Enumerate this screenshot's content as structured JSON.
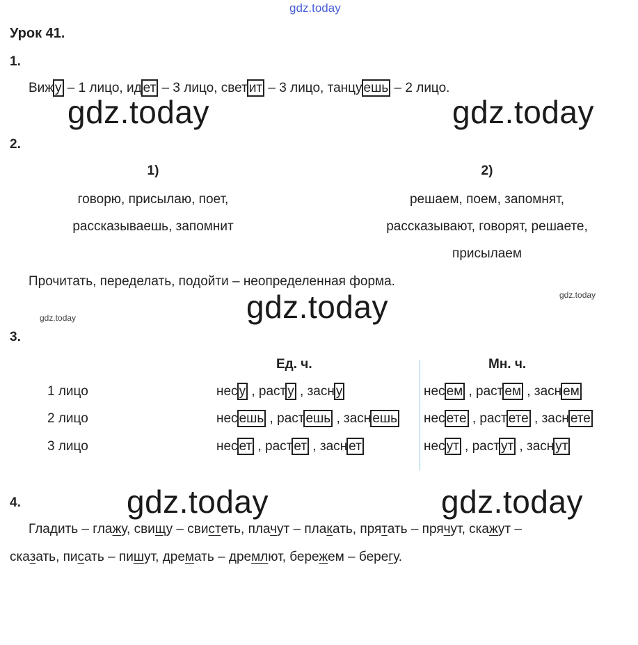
{
  "watermark": "gdz.today",
  "title": "Урок 41.",
  "s1": {
    "num": "1.",
    "parts": [
      [
        "Виж",
        "у",
        " – 1 лицо, "
      ],
      [
        "ид",
        "ет",
        " – 3 лицо, "
      ],
      [
        "свет",
        "ит",
        " – 3 лицо, "
      ],
      [
        "танцу",
        "ешь",
        " – 2 лицо."
      ]
    ]
  },
  "s2": {
    "num": "2.",
    "col1": {
      "head": "1)",
      "lines": [
        "говорю, присылаю, поет,",
        "рассказываешь, запомнит"
      ]
    },
    "col2": {
      "head": "2)",
      "lines": [
        "решаем, поем, запомнят,",
        "рассказывают, говорят, решаете,",
        "присылаем"
      ]
    },
    "note": "Прочитать, переделать, подойти – неопределенная форма."
  },
  "s3": {
    "num": "3.",
    "head_sg": "Ед. ч.",
    "head_pl": "Мн. ч.",
    "rows": [
      {
        "label": "1 лицо",
        "sg": [
          [
            "нес",
            "у"
          ],
          [
            "раст",
            "у"
          ],
          [
            "засн",
            "у"
          ]
        ],
        "pl": [
          [
            "нес",
            "ем"
          ],
          [
            "раст",
            "ем"
          ],
          [
            "засн",
            "ем"
          ]
        ]
      },
      {
        "label": "2 лицо",
        "sg": [
          [
            "нес",
            "ешь"
          ],
          [
            "раст",
            "ешь"
          ],
          [
            "засн",
            "ешь"
          ]
        ],
        "pl": [
          [
            "нес",
            "ете"
          ],
          [
            "раст",
            "ете"
          ],
          [
            "засн",
            "ете"
          ]
        ]
      },
      {
        "label": "3 лицо",
        "sg": [
          [
            "нес",
            "ет"
          ],
          [
            "раст",
            "ет"
          ],
          [
            "засн",
            "ет"
          ]
        ],
        "pl": [
          [
            "нес",
            "ут"
          ],
          [
            "раст",
            "ут"
          ],
          [
            "засн",
            "ут"
          ]
        ]
      }
    ]
  },
  "s4": {
    "num": "4.",
    "line1": [
      [
        "Гла",
        ""
      ],
      [
        "д",
        "u"
      ],
      [
        "ить – гла",
        ""
      ],
      [
        "ж",
        "u"
      ],
      [
        "у, сви",
        ""
      ],
      [
        "щ",
        "u"
      ],
      [
        "у – сви",
        ""
      ],
      [
        "ст",
        "u"
      ],
      [
        "еть, пла",
        ""
      ],
      [
        "ч",
        "u"
      ],
      [
        "ут – пла",
        ""
      ],
      [
        "к",
        "u"
      ],
      [
        "ать, пря",
        ""
      ],
      [
        "т",
        "u"
      ],
      [
        "ать – пря",
        ""
      ],
      [
        "ч",
        "u"
      ],
      [
        "ут, ска",
        ""
      ],
      [
        "ж",
        "u"
      ],
      [
        "ут –",
        ""
      ]
    ],
    "line2": [
      [
        "ска",
        ""
      ],
      [
        "з",
        "u"
      ],
      [
        "ать, пи",
        ""
      ],
      [
        "с",
        "u"
      ],
      [
        "ать – пи",
        ""
      ],
      [
        "ш",
        "u"
      ],
      [
        "ут, дре",
        ""
      ],
      [
        "м",
        "u"
      ],
      [
        "ать – дре",
        ""
      ],
      [
        "мл",
        "u"
      ],
      [
        "ют, бере",
        ""
      ],
      [
        "ж",
        "u"
      ],
      [
        "ем – бере",
        ""
      ],
      [
        "г",
        "u"
      ],
      [
        "у.",
        ""
      ]
    ]
  }
}
